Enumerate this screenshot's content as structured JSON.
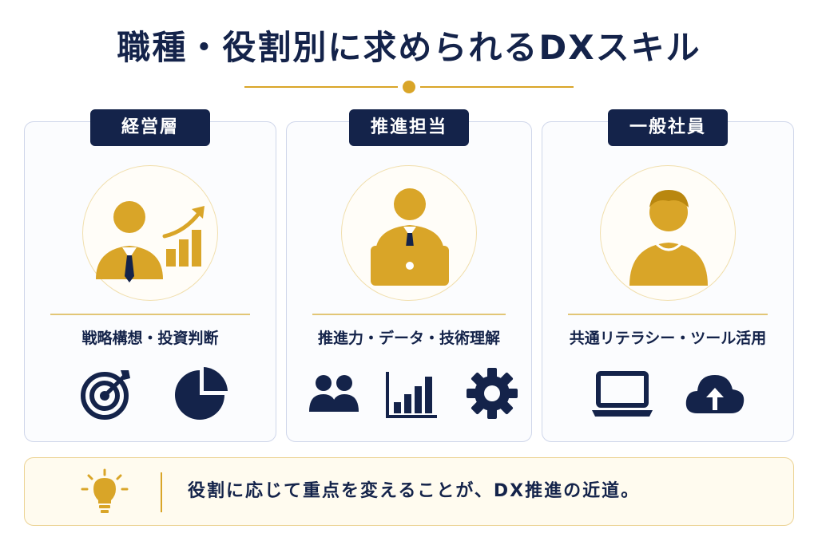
{
  "title": "職種・役割別に求められるDXスキル",
  "colors": {
    "navy": "#14234a",
    "gold": "#d9a528",
    "border": "#cfd6ea"
  },
  "roles": [
    {
      "label": "経営層",
      "skill": "戦略構想・投資判断",
      "person_icon": "executive-growth-icon",
      "icons": [
        "target-icon",
        "pie-chart-icon"
      ]
    },
    {
      "label": "推進担当",
      "skill": "推進力・データ・技術理解",
      "person_icon": "person-laptop-icon",
      "icons": [
        "team-icon",
        "bar-chart-icon",
        "gear-icon"
      ]
    },
    {
      "label": "一般社員",
      "skill": "共通リテラシー・ツール活用",
      "person_icon": "employee-icon",
      "icons": [
        "laptop-icon",
        "cloud-upload-icon"
      ]
    }
  ],
  "footer": {
    "icon": "lightbulb-icon",
    "message": "役割に応じて重点を変えることが、DX推進の近道。"
  }
}
